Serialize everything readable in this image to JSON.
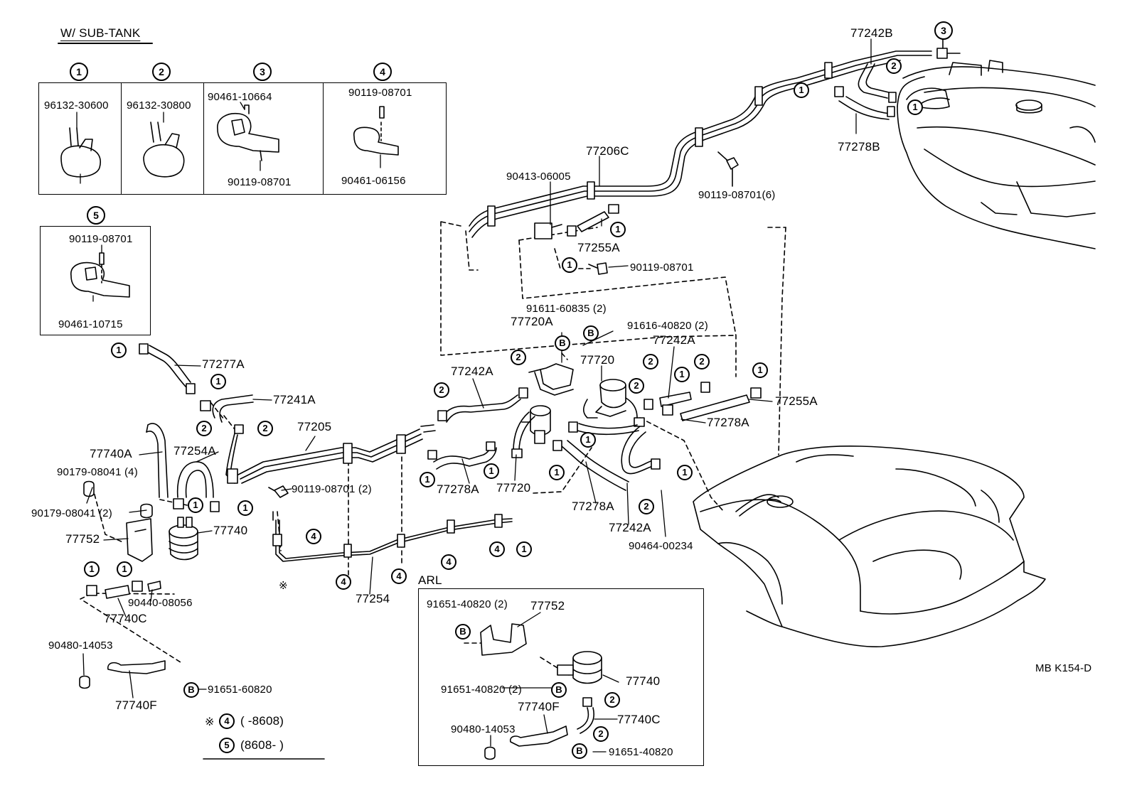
{
  "header": {
    "title": "W/ SUB-TANK",
    "code": "MB  K154-D"
  },
  "inset": {
    "c1": {
      "num": "1",
      "part": "96132-30600"
    },
    "c2": {
      "num": "2",
      "part": "96132-30800"
    },
    "c3": {
      "num": "3",
      "part_a": "90461-10664",
      "part_b": "90119-08701"
    },
    "c4": {
      "num": "4",
      "part_a": "90119-08701",
      "part_b": "90461-06156"
    },
    "c5": {
      "num": "5",
      "part_a": "90119-08701",
      "part_b": "90461-10715"
    }
  },
  "labels": {
    "l77242B": "77242B",
    "l77278B": "77278B",
    "l77206C": "77206C",
    "l90119_6": "90119-08701(6)",
    "l90413": "90413-06005",
    "l77255A_top": "77255A",
    "l90119_mid": "90119-08701",
    "l91611": "91611-60835 (2)",
    "l77720A": "77720A",
    "l91616": "91616-40820 (2)",
    "l77242A_r": "77242A",
    "l77720_r": "77720",
    "l77242A_m": "77242A",
    "l77255A_r": "77255A",
    "l77278A_r": "77278A",
    "l77277A": "77277A",
    "l77241A": "77241A",
    "l77205": "77205",
    "l77740A": "77740A",
    "l77254A": "77254A",
    "l90179_4": "90179-08041 (4)",
    "l90179_2": "90179-08041 (2)",
    "l77752": "77752",
    "l77740": "77740",
    "l90119_2": "90119-08701 (2)",
    "l77278A_m": "77278A",
    "l77720_m": "77720",
    "l77278A_b": "77278A",
    "l77242A_b": "77242A",
    "l90464": "90464-00234",
    "l90440": "90440-08056",
    "l77740C": "77740C",
    "l77254": "77254",
    "l90480": "90480-14053",
    "l77740F": "77740F",
    "l91651_60820": "91651-60820",
    "note_a": "(        -8608)",
    "note_b": "(8608-        )",
    "note_mark": "※",
    "arl": "ARL",
    "arl_91651_a": "91651-40820 (2)",
    "arl_77752": "77752",
    "arl_91651_b": "91651-40820 (2)",
    "arl_77740": "77740",
    "arl_77740F": "77740F",
    "arl_77740C": "77740C",
    "arl_90480": "90480-14053",
    "arl_91651_c": "91651-40820"
  },
  "callouts": {
    "one": "1",
    "two": "2",
    "three": "3",
    "four": "4",
    "five": "5",
    "b": "B"
  }
}
